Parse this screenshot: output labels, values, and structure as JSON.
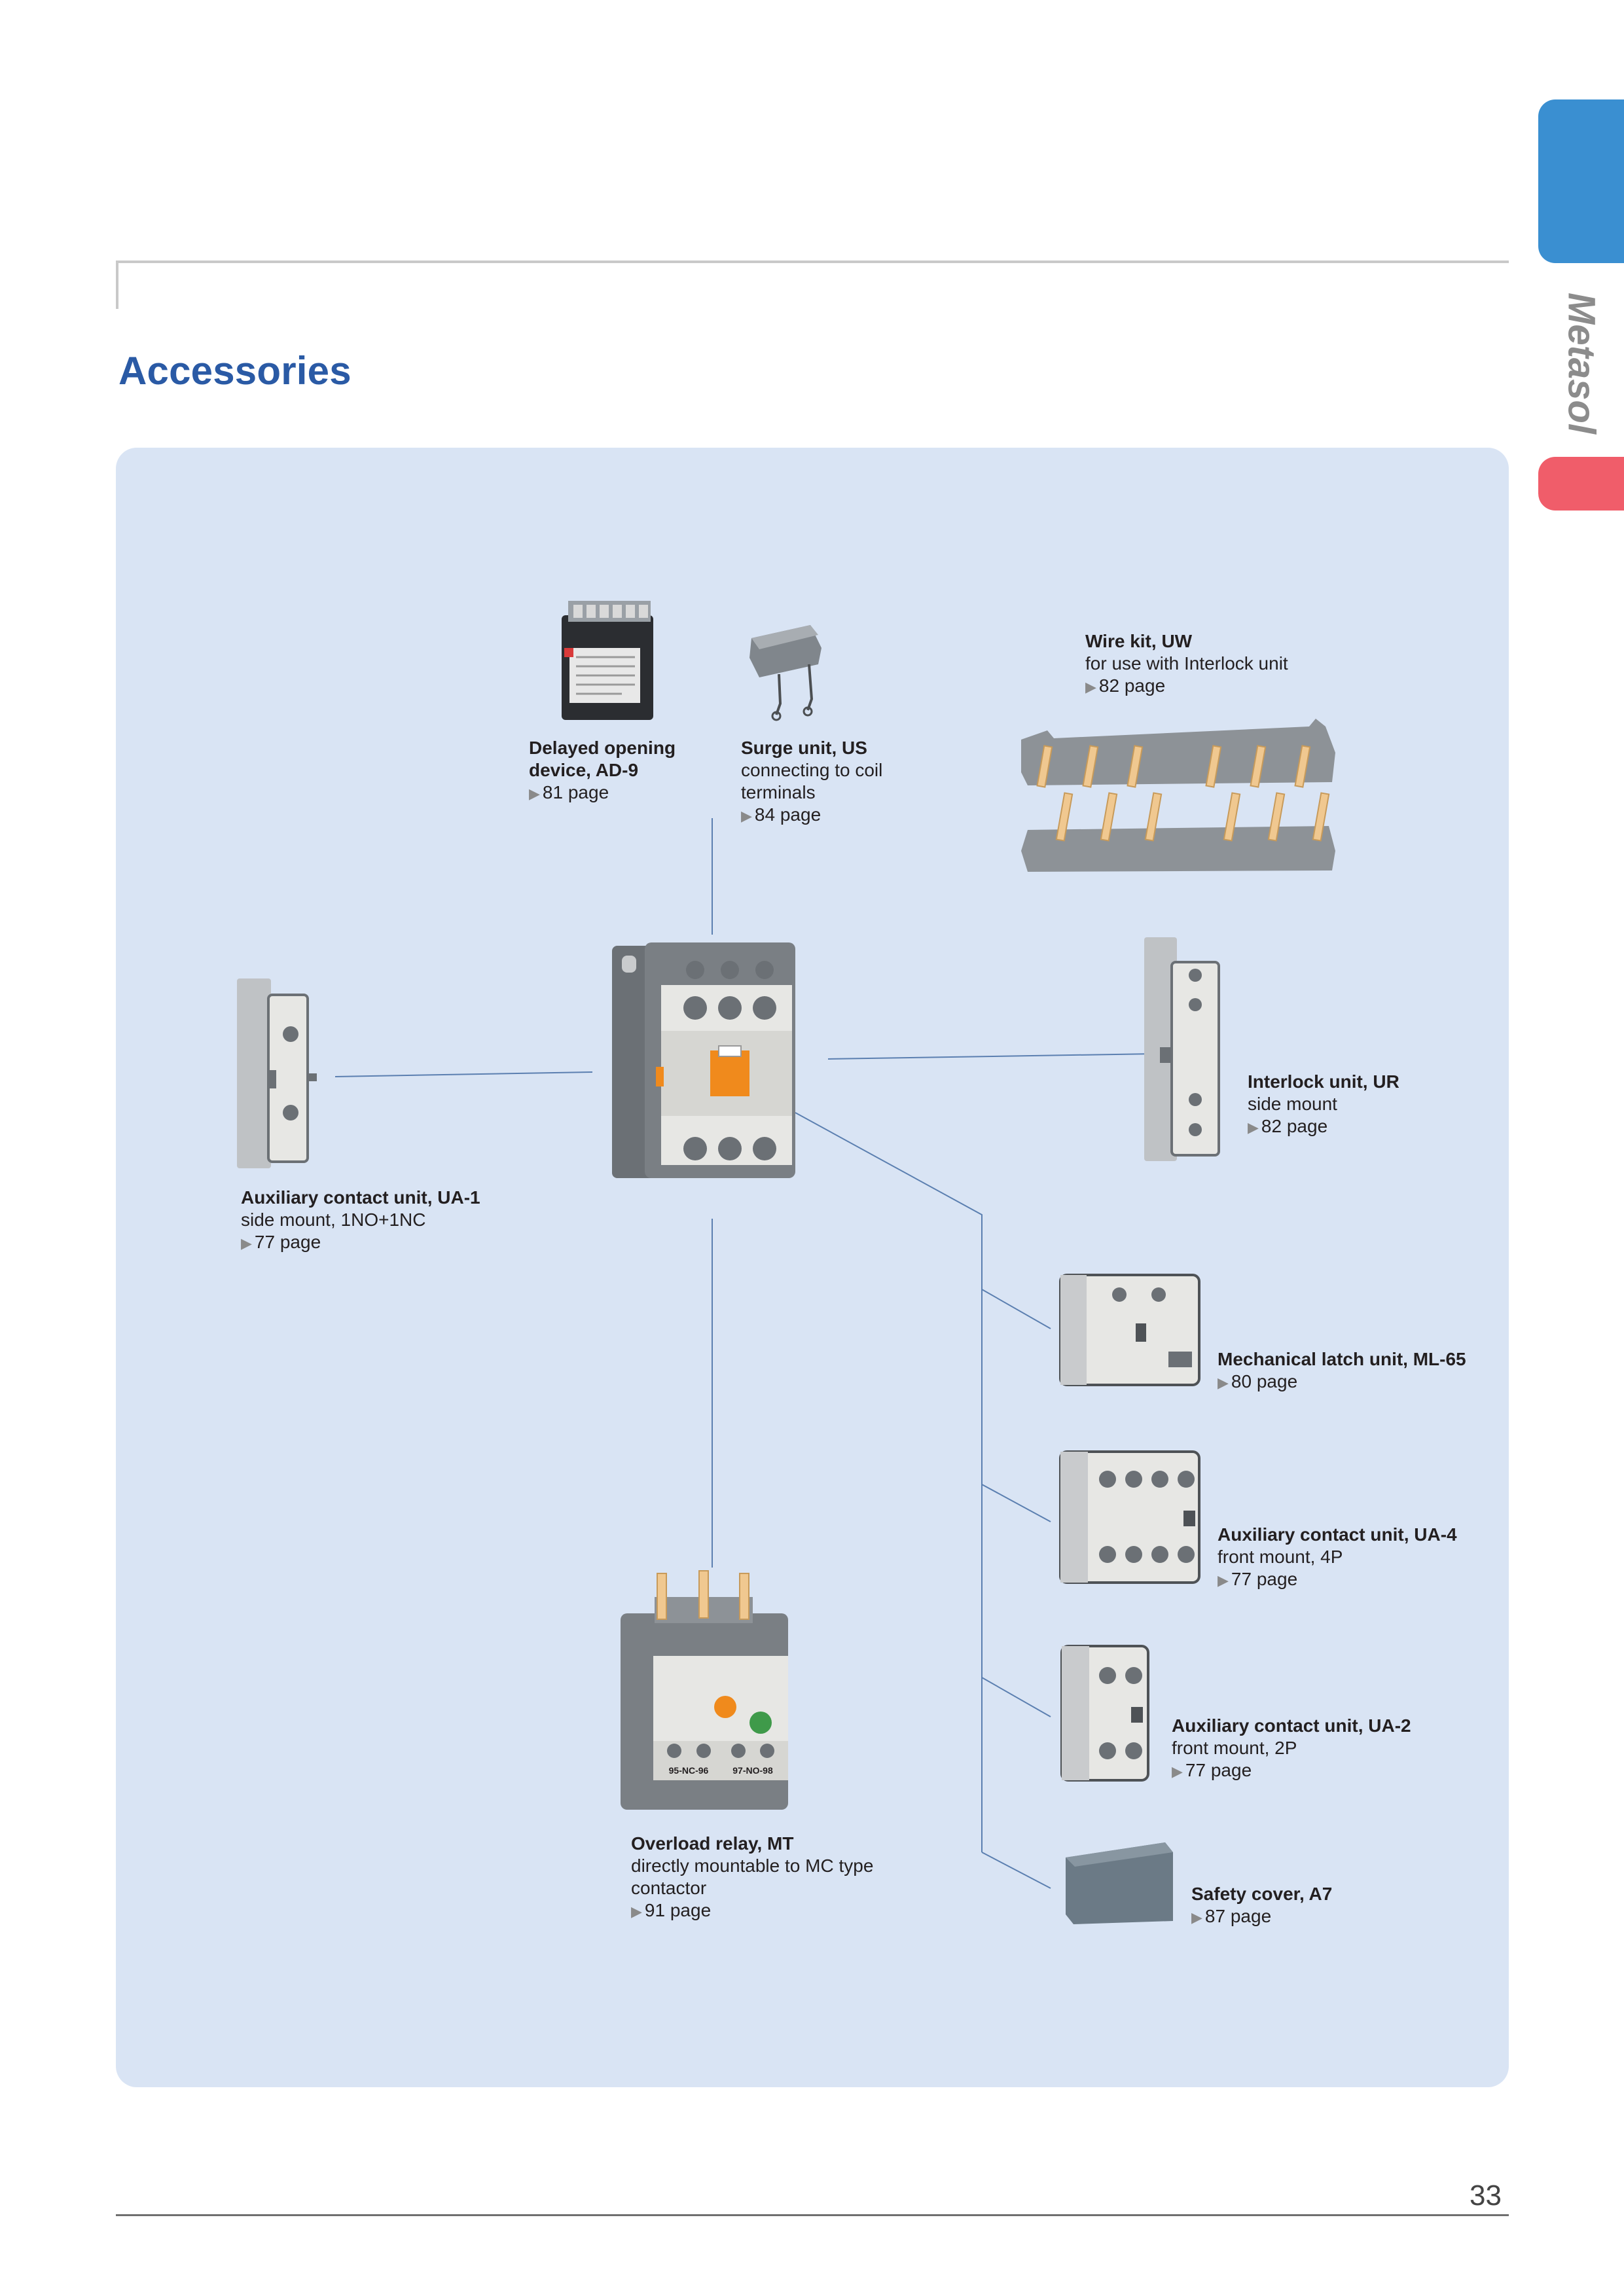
{
  "page": {
    "title": "Accessories",
    "brand": "Metasol",
    "page_number": "33"
  },
  "items": [
    {
      "id": "ad9",
      "title_line1": "Delayed opening",
      "title_line2": "device, AD-9",
      "desc": [],
      "page": "81 page"
    },
    {
      "id": "us",
      "title_line1": "Surge unit, US",
      "title_line2": "",
      "desc": [
        "connecting to coil",
        "terminals"
      ],
      "page": "84 page"
    },
    {
      "id": "uw",
      "title_line1": "Wire kit, UW",
      "title_line2": "",
      "desc": [
        "for use with Interlock unit"
      ],
      "page": "82 page"
    },
    {
      "id": "ur",
      "title_line1": "Interlock unit, UR",
      "title_line2": "",
      "desc": [
        "side mount"
      ],
      "page": "82 page"
    },
    {
      "id": "ua1",
      "title_line1": "Auxiliary contact unit, UA-1",
      "title_line2": "",
      "desc": [
        "side mount, 1NO+1NC"
      ],
      "page": "77 page"
    },
    {
      "id": "ml65",
      "title_line1": "Mechanical latch unit, ML-65",
      "title_line2": "",
      "desc": [],
      "page": "80 page"
    },
    {
      "id": "ua4",
      "title_line1": "Auxiliary contact unit, UA-4",
      "title_line2": "",
      "desc": [
        "front mount, 4P"
      ],
      "page": "77 page"
    },
    {
      "id": "ua2",
      "title_line1": "Auxiliary contact unit, UA-2",
      "title_line2": "",
      "desc": [
        "front mount, 2P"
      ],
      "page": "77 page"
    },
    {
      "id": "mt",
      "title_line1": "Overload relay, MT",
      "title_line2": "",
      "desc": [
        "directly mountable to MC type",
        "contactor"
      ],
      "page": "91 page"
    },
    {
      "id": "a7",
      "title_line1": "Safety cover, A7",
      "title_line2": "",
      "desc": [],
      "page": "87 page"
    }
  ],
  "device_markings": {
    "relay_left": "95-NC-96",
    "relay_right": "97-NO-98"
  },
  "colors": {
    "title_blue": "#2a5aa5",
    "panel": "#d9e4f4",
    "tab_blue": "#3a8fd1",
    "tab_red": "#f05d6a",
    "connector": "#5b7fb0",
    "device_gray": "#6b7075",
    "device_light": "#e7e7e4",
    "contactor_orange": "#f08a1c"
  }
}
